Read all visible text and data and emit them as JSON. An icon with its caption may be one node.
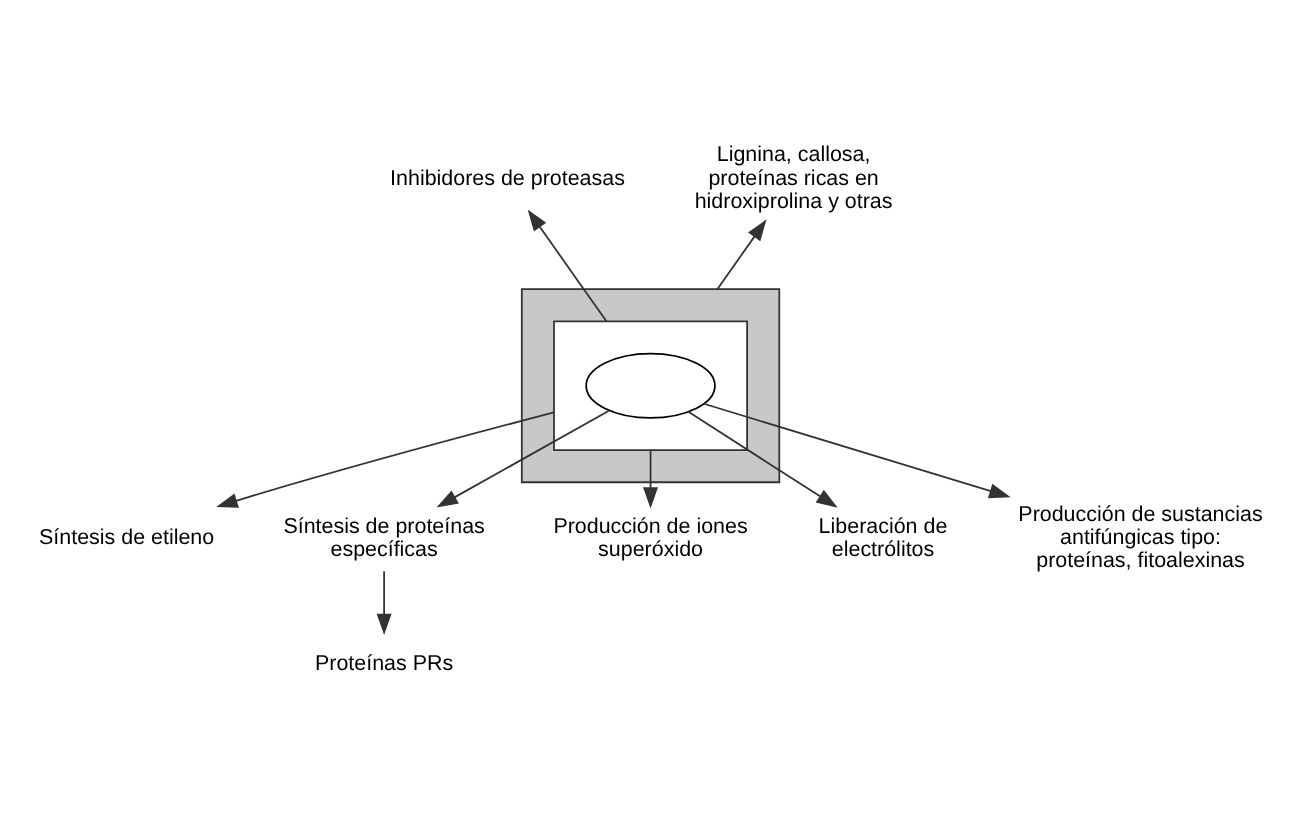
{
  "diagram": {
    "nodes": [
      {
        "text": [],
        "shape": "box"
      },
      {
        "text": [],
        "shape": "box",
        "in": 0
      },
      {
        "text": [],
        "shape": "ellipse",
        "in": 1
      },
      {
        "text": [
          "Inhibidores de proteasas"
        ]
      },
      {
        "text": [
          "Lignina, callosa, proteínas ricas en hidroxiprolina y otras"
        ]
      },
      {
        "text": [
          "Síntesis de etileno"
        ]
      },
      {
        "text": [
          "Síntesis de proteínas específicas"
        ]
      },
      {
        "text": [
          "Producción de iones superóxido"
        ]
      },
      {
        "text": [
          "Proteínas PRs"
        ]
      },
      {
        "text": [
          "Liberación de electrólitos"
        ]
      },
      {
        "text": [
          "Producción de sustancias antifúngicas tipo: proteínas, fitoalexinas"
        ]
      }
    ],
    "edges": [
      {
        "from": 1,
        "to": 3,
        "arrow": "to"
      },
      {
        "from": 0,
        "to": 4,
        "arrow": "to"
      },
      {
        "from": 1,
        "to": 5,
        "arrow": "to"
      },
      {
        "from": 2,
        "to": 6,
        "arrow": "to"
      },
      {
        "from": 1,
        "to": 7,
        "arrow": "to"
      },
      {
        "from": 2,
        "to": 9,
        "arrow": "to"
      },
      {
        "from": 2,
        "to": 10,
        "arrow": "to"
      },
      {
        "from": 6,
        "to": 8,
        "arrow": "to"
      }
    ]
  }
}
